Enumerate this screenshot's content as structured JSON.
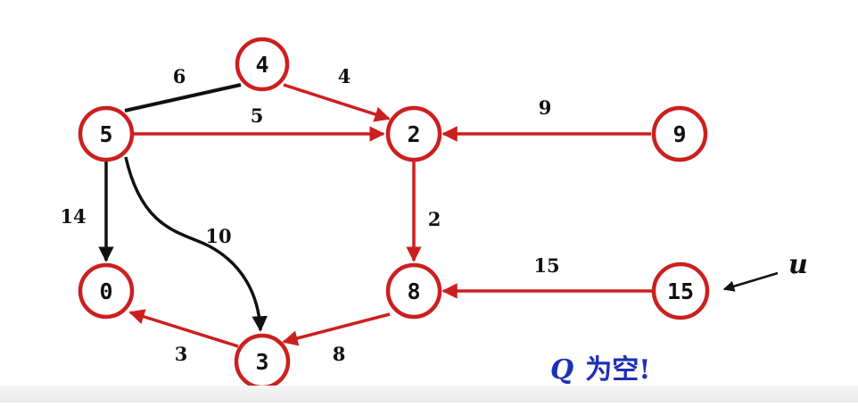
{
  "colors": {
    "red": "#cc1f1f",
    "black": "#111111",
    "blue": "#1f2fb5"
  },
  "nodes": [
    {
      "id": "n4",
      "label": "4"
    },
    {
      "id": "n5",
      "label": "5"
    },
    {
      "id": "n2",
      "label": "2"
    },
    {
      "id": "n9",
      "label": "9"
    },
    {
      "id": "n0",
      "label": "0"
    },
    {
      "id": "n8",
      "label": "8"
    },
    {
      "id": "n15",
      "label": "15"
    },
    {
      "id": "n3",
      "label": "3"
    }
  ],
  "edges": [
    {
      "id": "e5-4",
      "weight": "6",
      "color": "black"
    },
    {
      "id": "e4-2",
      "weight": "4",
      "color": "red"
    },
    {
      "id": "e5-2",
      "weight": "5",
      "color": "red"
    },
    {
      "id": "e9-2",
      "weight": "9",
      "color": "red"
    },
    {
      "id": "e5-0",
      "weight": "14",
      "color": "black"
    },
    {
      "id": "e5-3",
      "weight": "10",
      "color": "black"
    },
    {
      "id": "e2-8",
      "weight": "2",
      "color": "red"
    },
    {
      "id": "e15-8",
      "weight": "15",
      "color": "red"
    },
    {
      "id": "e3-0",
      "weight": "3",
      "color": "red"
    },
    {
      "id": "e8-3",
      "weight": "8",
      "color": "red"
    }
  ],
  "pointer_label": "u",
  "caption": {
    "q": "Q",
    "text": "为空!"
  }
}
